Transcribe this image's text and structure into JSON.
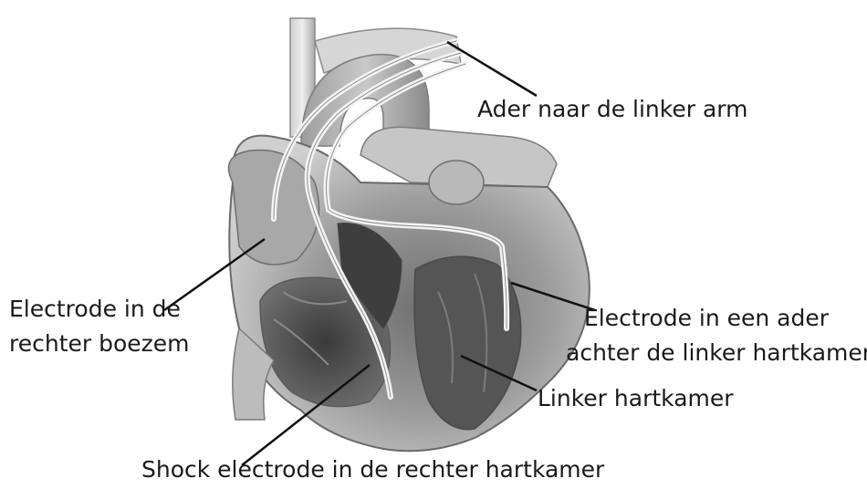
{
  "diagram": {
    "labels": {
      "vein_left_arm": "Ader naar de linker arm",
      "electrode_right_atrium_line1": "Electrode in de",
      "electrode_right_atrium_line2": "rechter boezem",
      "electrode_vein_line1": "Electrode in een ader",
      "electrode_vein_line2": "achter de linker hartkamer",
      "left_ventricle": "Linker hartkamer",
      "shock_electrode": "Shock electrode in de rechter hartkamer"
    }
  }
}
